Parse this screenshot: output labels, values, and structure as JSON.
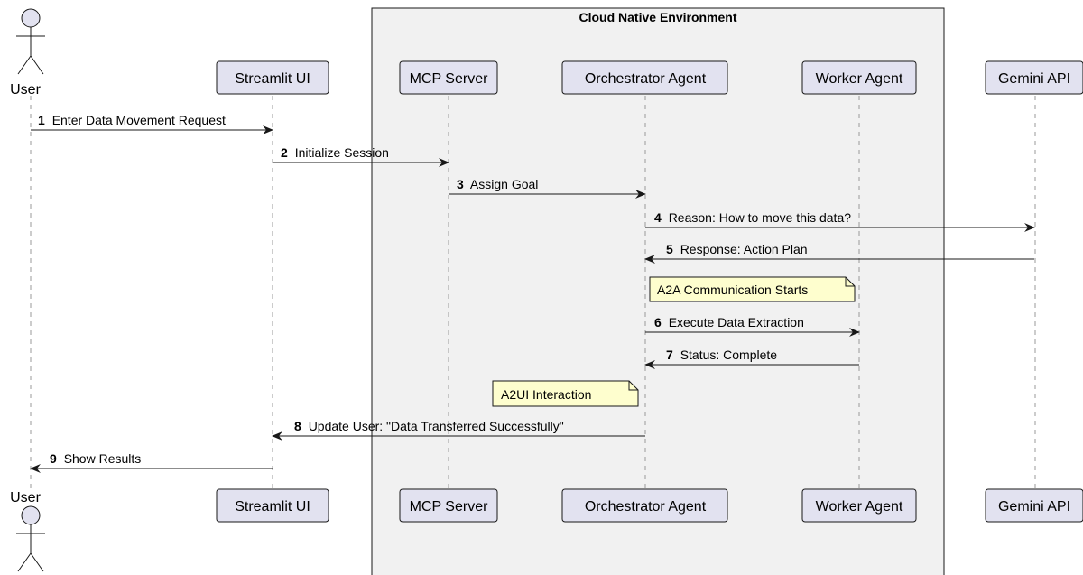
{
  "group": {
    "title": "Cloud Native Environment"
  },
  "participants": [
    {
      "id": "user",
      "label": "User",
      "kind": "actor"
    },
    {
      "id": "streamlit",
      "label": "Streamlit UI",
      "kind": "box"
    },
    {
      "id": "mcp",
      "label": "MCP Server",
      "kind": "box"
    },
    {
      "id": "orchestrator",
      "label": "Orchestrator Agent",
      "kind": "box"
    },
    {
      "id": "worker",
      "label": "Worker Agent",
      "kind": "box"
    },
    {
      "id": "gemini",
      "label": "Gemini API",
      "kind": "box"
    }
  ],
  "messages": [
    {
      "num": "1",
      "text": "Enter Data Movement Request",
      "from": "user",
      "to": "streamlit"
    },
    {
      "num": "2",
      "text": "Initialize Session",
      "from": "streamlit",
      "to": "mcp"
    },
    {
      "num": "3",
      "text": "Assign Goal",
      "from": "mcp",
      "to": "orchestrator"
    },
    {
      "num": "4",
      "text": "Reason: How to move this data?",
      "from": "orchestrator",
      "to": "gemini"
    },
    {
      "num": "5",
      "text": "Response: Action Plan",
      "from": "gemini",
      "to": "orchestrator"
    },
    {
      "num": "6",
      "text": "Execute Data Extraction",
      "from": "orchestrator",
      "to": "worker"
    },
    {
      "num": "7",
      "text": "Status: Complete",
      "from": "worker",
      "to": "orchestrator"
    },
    {
      "num": "8",
      "text": "Update User: \"Data Transferred Successfully\"",
      "from": "orchestrator",
      "to": "streamlit"
    },
    {
      "num": "9",
      "text": "Show Results",
      "from": "streamlit",
      "to": "user"
    }
  ],
  "notes": [
    {
      "text": "A2A Communication Starts"
    },
    {
      "text": "A2UI Interaction"
    }
  ],
  "colors": {
    "participant_fill": "#e2e2f0",
    "participant_border": "#181818",
    "group_fill": "#f1f1f1",
    "note_fill": "#fefece",
    "lifeline": "#999999",
    "arrow": "#181818"
  }
}
